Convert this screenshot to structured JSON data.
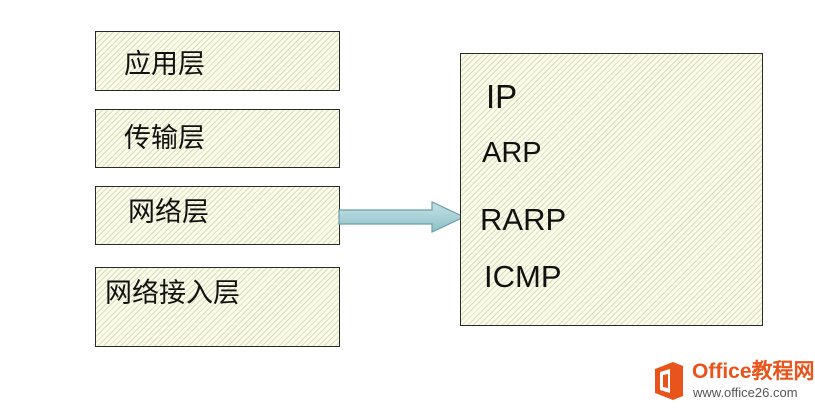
{
  "layers": [
    {
      "label": "应用层"
    },
    {
      "label": "传输层"
    },
    {
      "label": "网络层"
    },
    {
      "label": "网络接入层"
    }
  ],
  "protocols": [
    "IP",
    "ARP",
    "RARP",
    "ICMP"
  ],
  "watermark": {
    "brand": "Office教程网",
    "url": "www.office26.com"
  },
  "colors": {
    "box_fill": "#fbfbea",
    "hatch": "#bec696",
    "arrow_fill": "#a6d0d6",
    "arrow_stroke": "#6a9fa8",
    "brand": "#e8541c"
  }
}
